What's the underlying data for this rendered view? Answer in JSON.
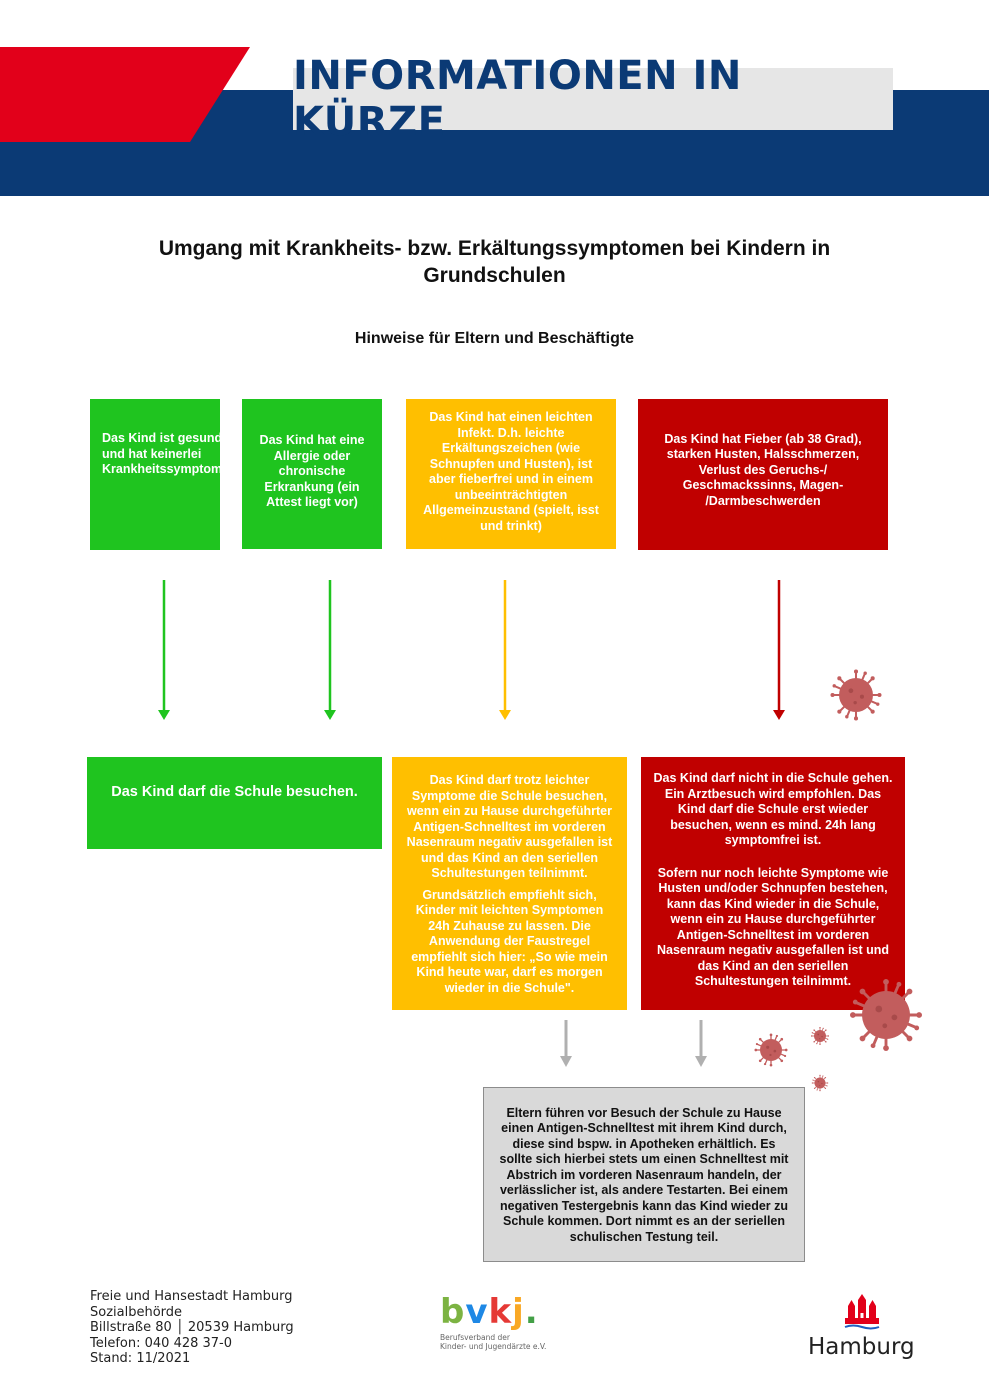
{
  "header": {
    "title": "INFORMATIONEN IN KÜRZE"
  },
  "document": {
    "heading": "Umgang mit Krankheits- bzw. Erkältungssymptomen bei Kindern in Grundschulen",
    "subheading": "Hinweise für Eltern und Beschäftigte"
  },
  "conditions": [
    {
      "text": "Das Kind ist gesund und hat keinerlei Krankheitssymptome"
    },
    {
      "text": "Das Kind hat eine Allergie oder chronische Erkrankung (ein Attest liegt vor)"
    },
    {
      "text": "Das Kind hat einen leichten Infekt. D.h. leichte Erkältungszeichen (wie Schnupfen und Husten), ist aber fieberfrei und in einem unbeeinträchtigten Allgemeinzustand (spielt, isst und trinkt)"
    },
    {
      "text": "Das Kind hat Fieber (ab 38 Grad), starken Husten, Halsschmerzen, Verlust des Geruchs-/ Geschmackssinns, Magen- /Darmbeschwerden"
    }
  ],
  "outcomes": {
    "green": "Das Kind darf die Schule besuchen.",
    "yellow_p1": "Das Kind darf trotz leichter Symptome die Schule besuchen, wenn ein zu Hause durchgeführter Antigen-Schnelltest im vorderen Nasenraum negativ ausgefallen ist und das Kind an den seriellen Schultestungen teilnimmt.",
    "yellow_p2": "Grundsätzlich empfiehlt sich, Kinder mit leichten Symptomen 24h Zuhause zu lassen. Die Anwendung der Faustregel empfiehlt sich hier: „So wie mein Kind heute war, darf es morgen wieder in die Schule\".",
    "red_p1": "Das Kind darf nicht in die Schule gehen. Ein Arztbesuch wird empfohlen. Das Kind darf die Schule erst wieder besuchen, wenn es mind. 24h lang symptomfrei ist.",
    "red_p2": "Sofern nur noch leichte Symptome wie Husten und/oder Schnupfen bestehen, kann das Kind wieder in die Schule, wenn ein zu Hause durchgeführter Antigen-Schnelltest im vorderen Nasenraum negativ ausgefallen ist und das Kind an den seriellen Schultestungen teilnimmt."
  },
  "test_info": "Eltern führen vor Besuch der Schule zu Hause einen Antigen-Schnelltest mit ihrem Kind durch, diese sind bspw. in Apotheken erhältlich. Es sollte sich hierbei stets um einen Schnelltest mit Abstrich im vorderen Nasenraum handeln, der verlässlicher ist, als andere Testarten. Bei einem negativen Testergebnis kann das Kind wieder zu Schule kommen. Dort nimmt es an der seriellen schulischen Testung teil.",
  "footer": {
    "line1": "Freie und Hansestadt Hamburg",
    "line2": "Sozialbehörde",
    "line3": "Billstraße 80 │ 20539 Hamburg",
    "line4": "Telefon: 040 428 37-0",
    "line5": "Stand: 11/2021"
  },
  "logos": {
    "bvkj_name": "bvkj.",
    "bvkj_line1": "Berufsverband der",
    "bvkj_line2": "Kinder- und Jugendärzte e.V.",
    "hamburg": "Hamburg"
  },
  "colors": {
    "navy": "#0b3a75",
    "red": "#c00000",
    "banner_red": "#e2001a",
    "green": "#1fc41f",
    "yellow": "#ffbf00",
    "grey": "#d9d9d9"
  },
  "icons": [
    "virus-icon",
    "hamburg-castle-icon"
  ]
}
